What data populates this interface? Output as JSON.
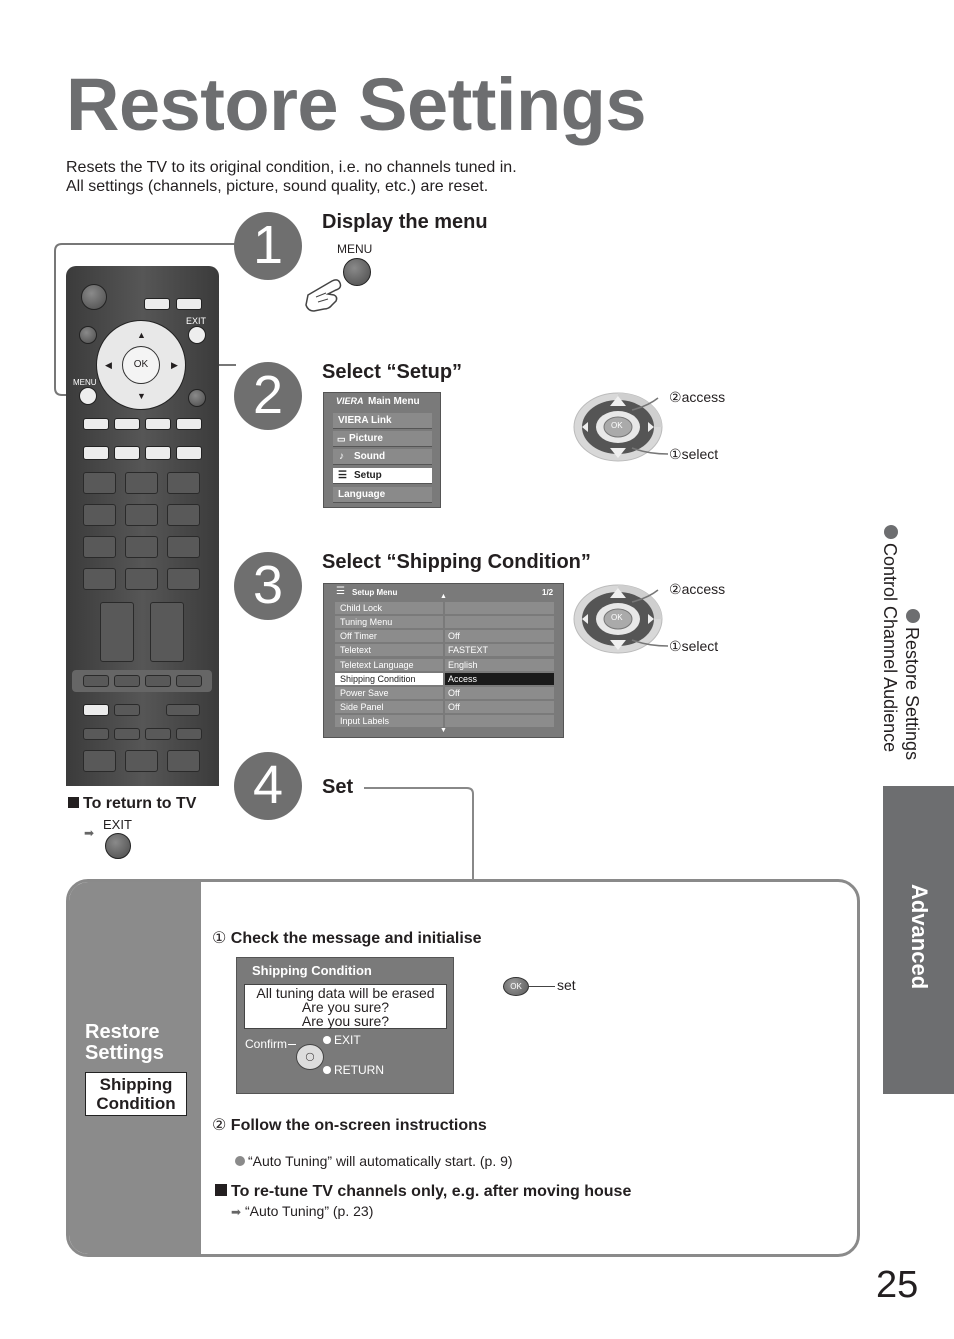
{
  "title": "Restore Settings",
  "intro": {
    "line1": "Resets the TV to its original condition, i.e. no channels tuned in.",
    "line2": "All settings (channels, picture, sound quality, etc.) are reset."
  },
  "steps": [
    {
      "num": "1",
      "heading": "Display the menu",
      "key_label": "MENU"
    },
    {
      "num": "2",
      "heading": "Select “Setup”"
    },
    {
      "num": "3",
      "heading": "Select “Shipping Condition”"
    },
    {
      "num": "4",
      "heading": "Set"
    }
  ],
  "remote": {
    "exit_label": "EXIT",
    "menu_label": "MENU",
    "ok_label": "OK"
  },
  "main_menu": {
    "brand": "VIERA",
    "title": "Main Menu",
    "items": [
      "VIERA Link",
      "Picture",
      "Sound",
      "Setup",
      "Language"
    ],
    "selected": "Setup"
  },
  "setup_menu": {
    "title": "Setup Menu",
    "page": "1/2",
    "rows": [
      {
        "label": "Child Lock",
        "value": ""
      },
      {
        "label": "Tuning Menu",
        "value": ""
      },
      {
        "label": "Off Timer",
        "value": "Off"
      },
      {
        "label": "Teletext",
        "value": "FASTEXT"
      },
      {
        "label": "Teletext Language",
        "value": "English"
      },
      {
        "label": "Shipping Condition",
        "value": "Access"
      },
      {
        "label": "Power Save",
        "value": "Off"
      },
      {
        "label": "Side Panel",
        "value": "Off"
      },
      {
        "label": "Input Labels",
        "value": ""
      }
    ],
    "selected_row": 5
  },
  "nav_pad": {
    "ok": "OK",
    "access": "access",
    "select": "select",
    "num1": "①",
    "num2": "②"
  },
  "return_tv": {
    "heading": "To return to TV",
    "exit": "EXIT"
  },
  "panel": {
    "side_title_line1": "Restore",
    "side_title_line2": "Settings",
    "side_box_line1": "Shipping",
    "side_box_line2": "Condition",
    "check_heading": "Check the message and initialise",
    "check_num": "①",
    "dialog": {
      "title": "Shipping Condition",
      "line1": "All tuning data will be erased",
      "line2": "Are you sure?",
      "line3": "Are you sure?",
      "confirm": "Confirm",
      "exit": "EXIT",
      "return": "RETURN"
    },
    "ok_label": "OK",
    "set_label": "set",
    "follow_num": "②",
    "follow_heading": "Follow the on-screen instructions",
    "auto_note": "“Auto Tuning” will automatically start. (p. 9)",
    "retune_heading": "To re-tune TV channels only, e.g. after moving house",
    "retune_ref": "“Auto Tuning” (p. 23)"
  },
  "side": {
    "nav_line1": "Restore Settings",
    "nav_line2": "Control Channel Audience",
    "tab": "Advanced"
  },
  "page_number": "25"
}
